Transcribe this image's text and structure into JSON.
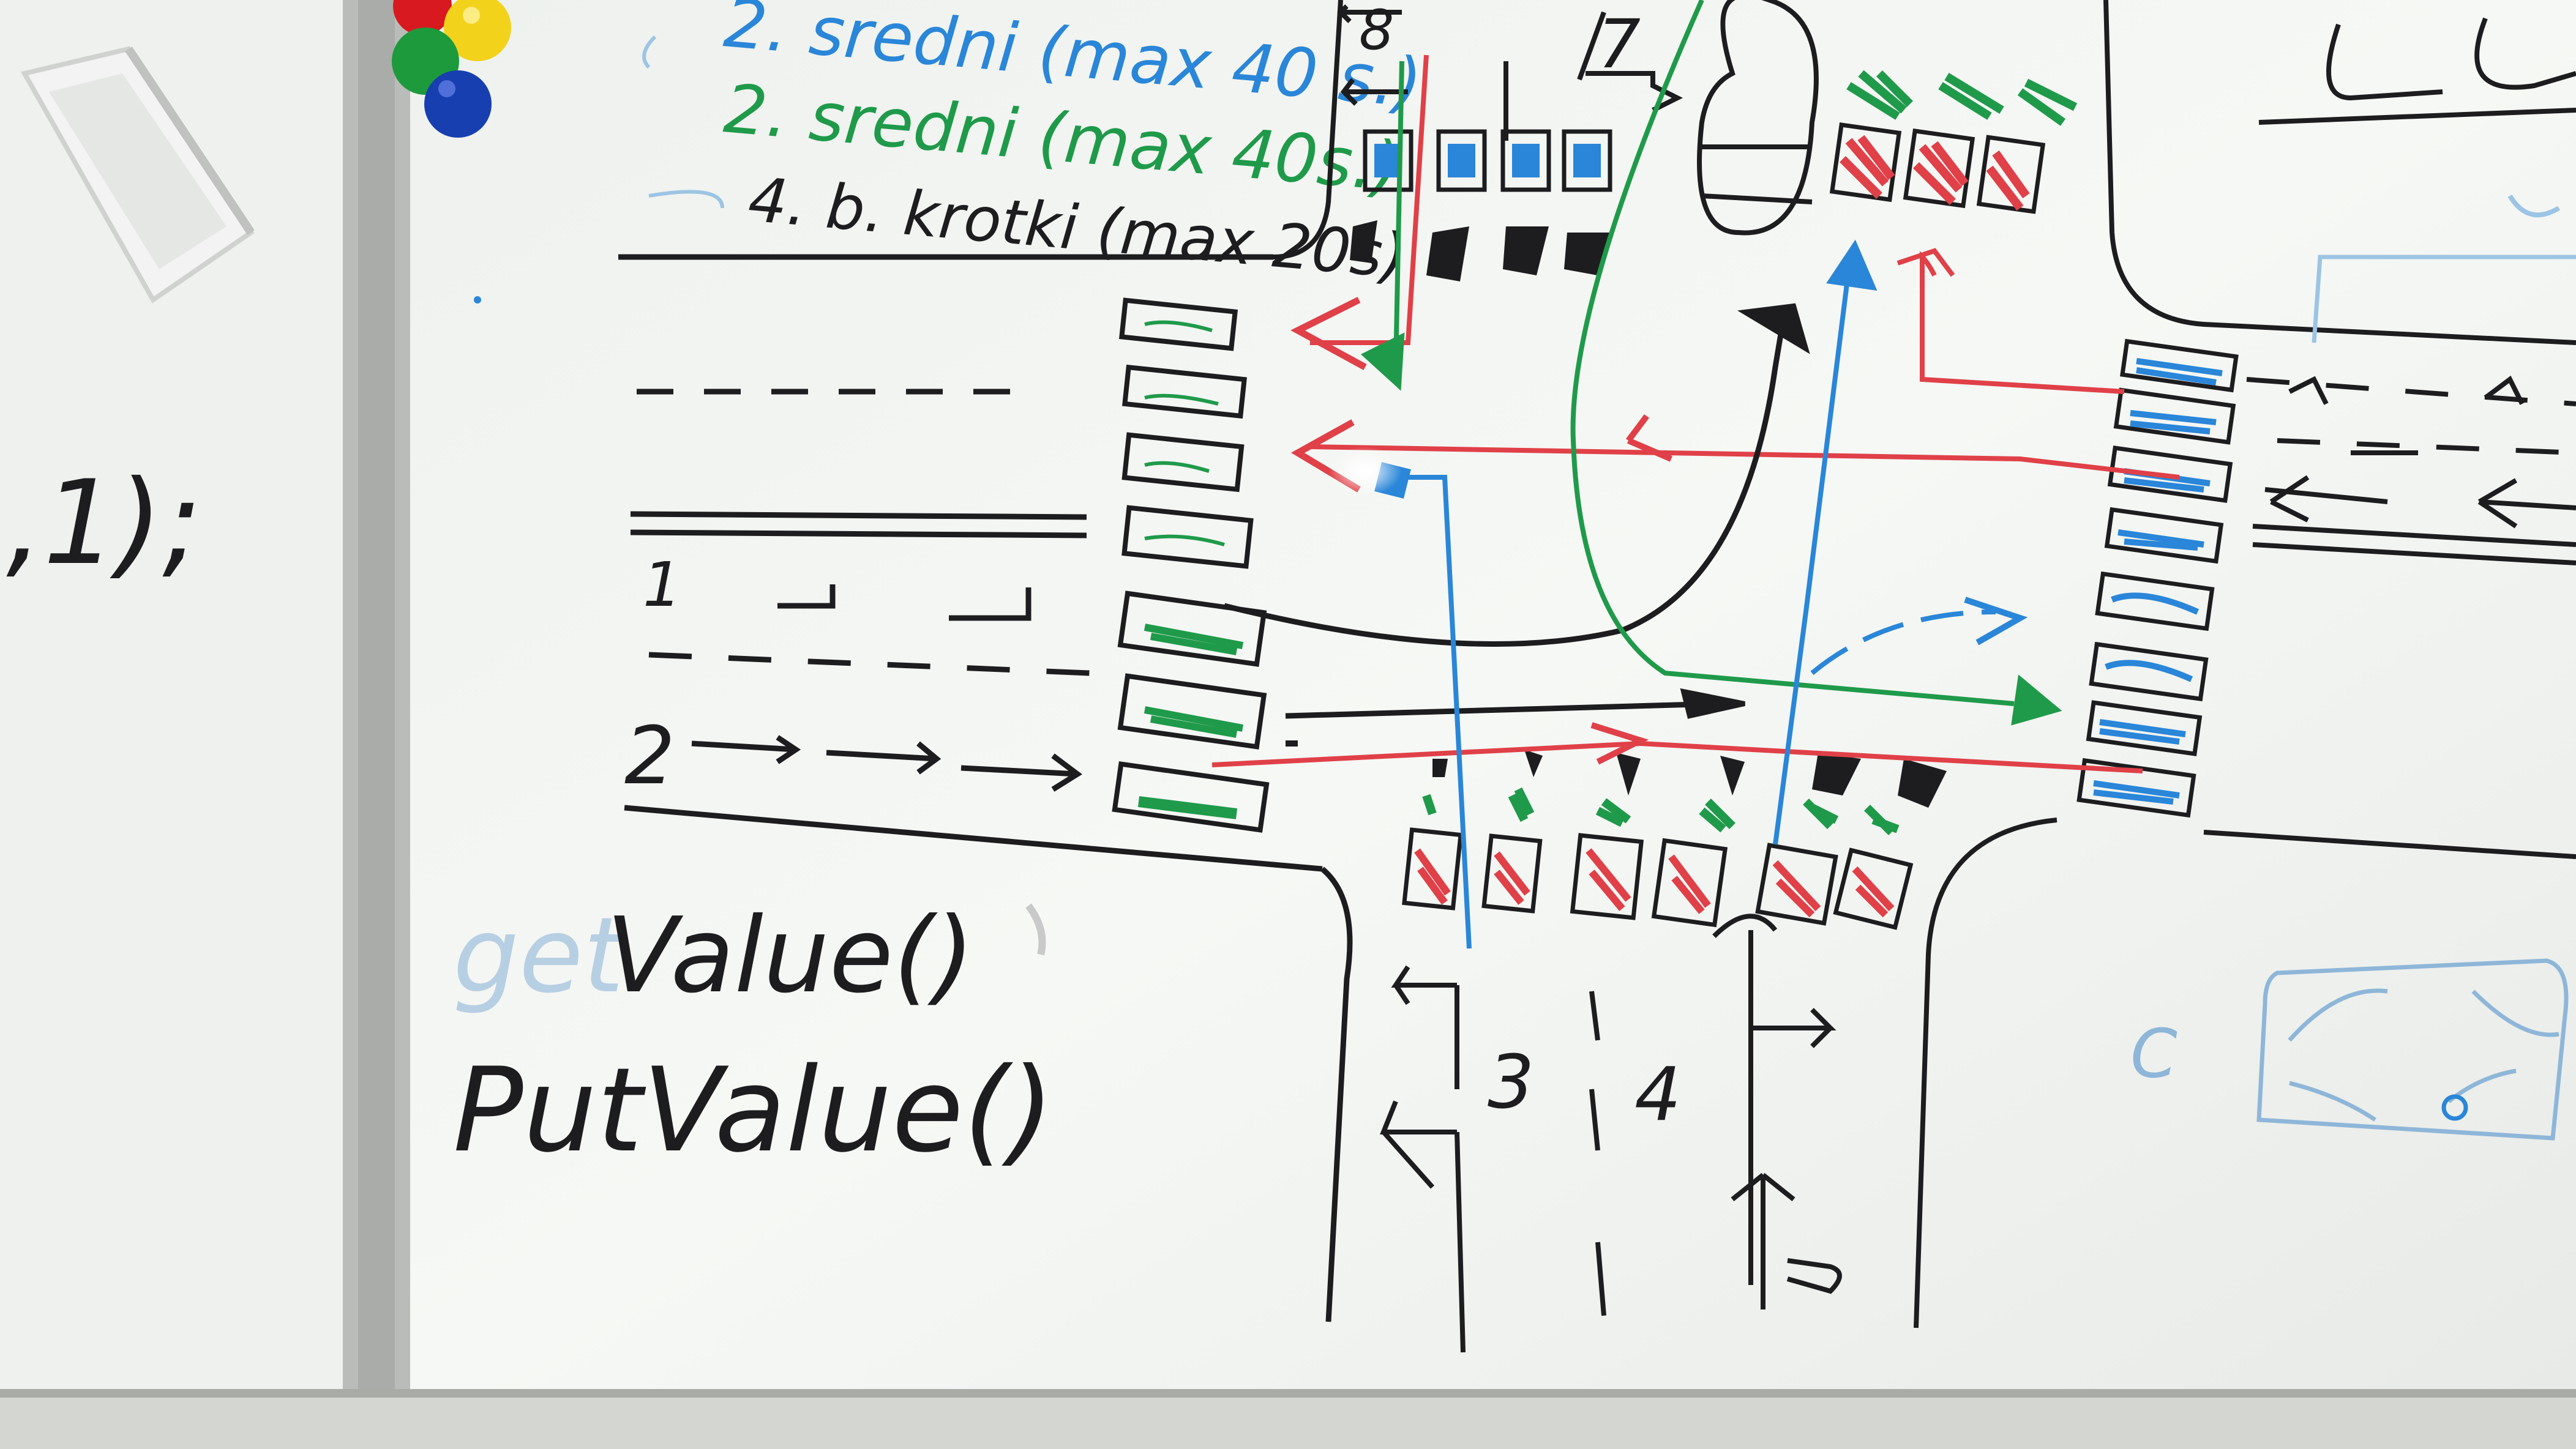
{
  "legend": {
    "line_1": "2. sredni (max 40 s.)",
    "line_2": "2. sredni (max 40s.)",
    "line_3": "4. b. krotki (max 20s)"
  },
  "code": {
    "get": "get",
    "value_1": "Value()",
    "put_value": "PutValue()",
    "fragment": ",1);"
  },
  "labels": {
    "lane_8": "8",
    "lane_7": "7",
    "lane_1": "1",
    "lane_2": "2",
    "lane_3": "3",
    "lane_4": "4",
    "corner_c": "C"
  },
  "colors": {
    "board": "#f4f6f3",
    "board_shadow": "#e6e9e6",
    "frame": "#b8bab7",
    "wall": "#d9dcd9",
    "ink_black": "#1d1d1f",
    "ink_red": "#e04048",
    "ink_green": "#1f9a4a",
    "ink_blue": "#2a86d8",
    "ink_faint_blue": "#9cc4e4",
    "magnet_red": "#d8191f",
    "magnet_yellow": "#f3d21b",
    "magnet_green": "#1d9a3c",
    "magnet_blue": "#173fb0"
  }
}
